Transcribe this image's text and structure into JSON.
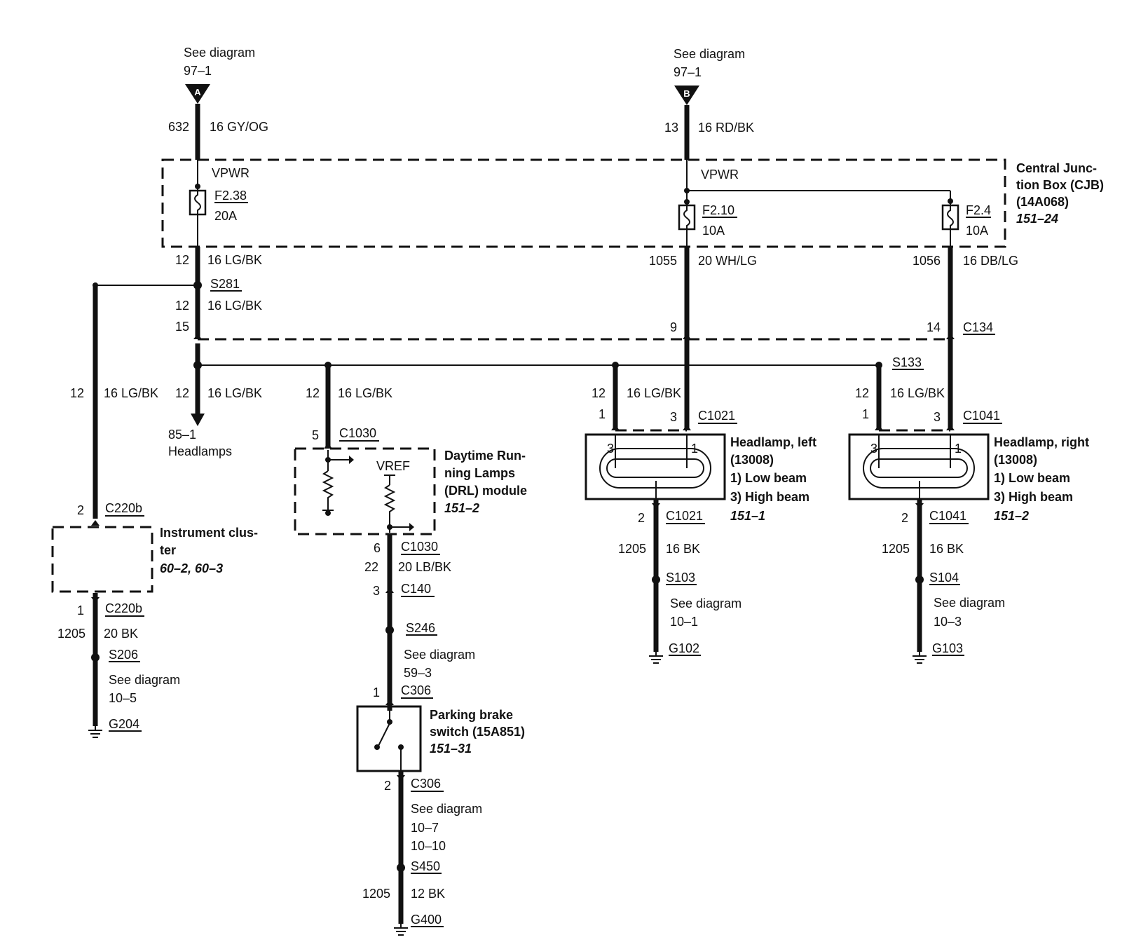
{
  "source_a": {
    "line1": "See diagram",
    "line2": "97–1",
    "letter": "A"
  },
  "source_b": {
    "line1": "See diagram",
    "line2": "97–1",
    "letter": "B"
  },
  "wire_632": {
    "circuit": "632",
    "gauge_color": "16 GY/OG"
  },
  "wire_13": {
    "circuit": "13",
    "gauge_color": "16 RD/BK"
  },
  "cjb": {
    "vpwr_left": "VPWR",
    "vpwr_right": "VPWR",
    "fuse_a": {
      "id": "F2.38",
      "rating": "20A"
    },
    "fuse_b": {
      "id": "F2.10",
      "rating": "10A"
    },
    "fuse_c": {
      "id": "F2.4",
      "rating": "10A"
    },
    "title_line1": "Central Junc-",
    "title_line2": "tion Box (CJB)",
    "title_line3": "(14A068)",
    "ref": "151–24"
  },
  "wires": {
    "w12_a": {
      "circuit": "12",
      "gauge_color": "16 LG/BK"
    },
    "w12_b": {
      "circuit": "12",
      "gauge_color": "16 LG/BK"
    },
    "w1055": {
      "circuit": "1055",
      "gauge_color": "20 WH/LG"
    },
    "w1056": {
      "circuit": "1056",
      "gauge_color": "16 DB/LG"
    },
    "w12_ic": {
      "circuit": "12",
      "gauge_color": "16 LG/BK"
    },
    "w12_hl": {
      "circuit": "12",
      "gauge_color": "16 LG/BK"
    },
    "w12_drl": {
      "circuit": "12",
      "gauge_color": "16 LG/BK"
    },
    "w12_left": {
      "circuit": "12",
      "gauge_color": "16 LG/BK"
    },
    "w12_right": {
      "circuit": "12",
      "gauge_color": "16 LG/BK"
    },
    "w22": {
      "circuit": "22",
      "gauge_color": "20 LB/BK"
    },
    "w1205_ic": {
      "circuit": "1205",
      "gauge_color": "20 BK"
    },
    "w1205_left": {
      "circuit": "1205",
      "gauge_color": "16 BK"
    },
    "w1205_right": {
      "circuit": "1205",
      "gauge_color": "16 BK"
    },
    "w1205_pb": {
      "circuit": "1205",
      "gauge_color": "12 BK"
    }
  },
  "splices": {
    "s281": "S281",
    "s133": "S133",
    "s206": "S206",
    "s246": "S246",
    "s103": "S103",
    "s104": "S104",
    "s450": "S450"
  },
  "c134": {
    "label": "C134",
    "pin_left": "15",
    "pin_mid": "9",
    "pin_right": "14"
  },
  "headlamps_ref": {
    "line1": "85–1",
    "line2": "Headlamps"
  },
  "drl": {
    "connector_in": "C1030",
    "pin_in": "5",
    "vref": "VREF",
    "title_line1": "Daytime Run-",
    "title_line2": "ning Lamps",
    "title_line3": "(DRL) module",
    "ref": "151–2",
    "connector_out": "C1030",
    "pin_out": "6"
  },
  "c140": {
    "label": "C140",
    "pin": "3"
  },
  "see_59": {
    "line1": "See diagram",
    "line2": "59–3"
  },
  "parking_brake": {
    "connector_in": "C306",
    "pin_in": "1",
    "title_line1": "Parking brake",
    "title_line2": "switch (15A851)",
    "ref": "151–31",
    "connector_out": "C306",
    "pin_out": "2"
  },
  "see_10_7": {
    "line1": "See diagram",
    "line2": "10–7",
    "line3": "10–10"
  },
  "g400": "G400",
  "instrument_cluster": {
    "connector_in": "C220b",
    "pin_in": "2",
    "title_line1": "Instrument clus-",
    "title_line2": "ter",
    "ref": "60–2, 60–3",
    "connector_out": "C220b",
    "pin_out": "1"
  },
  "see_10_5": {
    "line1": "See diagram",
    "line2": "10–5"
  },
  "g204": "G204",
  "headlamp_left": {
    "connector": "C1021",
    "pin_low": "1",
    "pin_high": "3",
    "inner_pin_3": "3",
    "inner_pin_1": "1",
    "title_line1": "Headlamp, left",
    "title_line2": "(13008)",
    "beam1": "1)   Low beam",
    "beam3": "3)   High beam",
    "ref": "151–1",
    "connector_out": "C1021",
    "pin_out": "2"
  },
  "headlamp_right": {
    "connector": "C1041",
    "pin_low": "1",
    "pin_high": "3",
    "inner_pin_3": "3",
    "inner_pin_1": "1",
    "title_line1": "Headlamp, right",
    "title_line2": "(13008)",
    "beam1": "1)   Low beam",
    "beam3": "3)   High beam",
    "ref": "151–2",
    "connector_out": "C1041",
    "pin_out": "2"
  },
  "see_10_1": {
    "line1": "See diagram",
    "line2": "10–1"
  },
  "g102": "G102",
  "see_10_3": {
    "line1": "See diagram",
    "line2": "10–3"
  },
  "g103": "G103"
}
